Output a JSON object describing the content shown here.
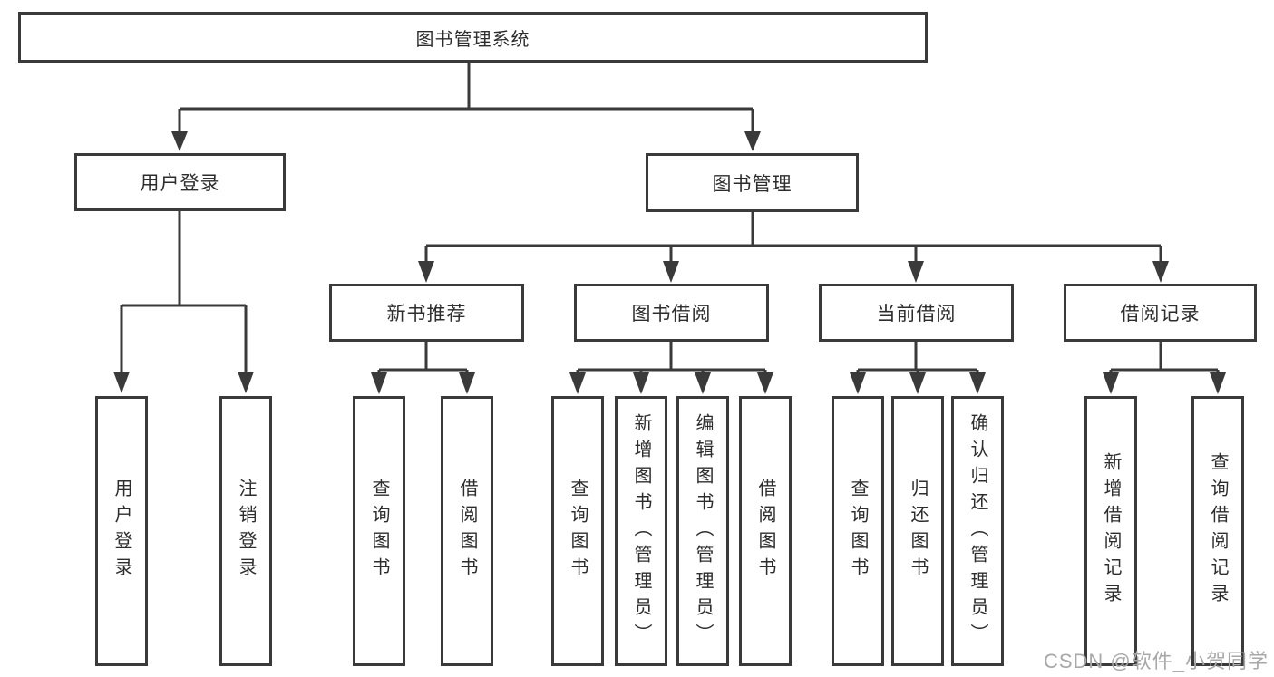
{
  "colors": {
    "line": "#3a3a3a",
    "text": "#2d2d2d",
    "watermark": "#a8a8a8",
    "background": "#ffffff"
  },
  "watermark": "CSDN @软件_小贺同学",
  "diagram": {
    "root": "图书管理系统",
    "branches": [
      {
        "label": "用户登录",
        "children": [
          "用户登录",
          "注销登录"
        ]
      },
      {
        "label": "图书管理",
        "sections": [
          {
            "label": "新书推荐",
            "children": [
              "查询图书",
              "借阅图书"
            ]
          },
          {
            "label": "图书借阅",
            "children": [
              "查询图书",
              "新增图书（管理员）",
              "编辑图书（管理员）",
              "借阅图书"
            ]
          },
          {
            "label": "当前借阅",
            "children": [
              "查询图书",
              "归还图书",
              "确认归还（管理员）"
            ]
          },
          {
            "label": "借阅记录",
            "children": [
              "新增借阅记录",
              "查询借阅记录"
            ]
          }
        ]
      }
    ]
  }
}
